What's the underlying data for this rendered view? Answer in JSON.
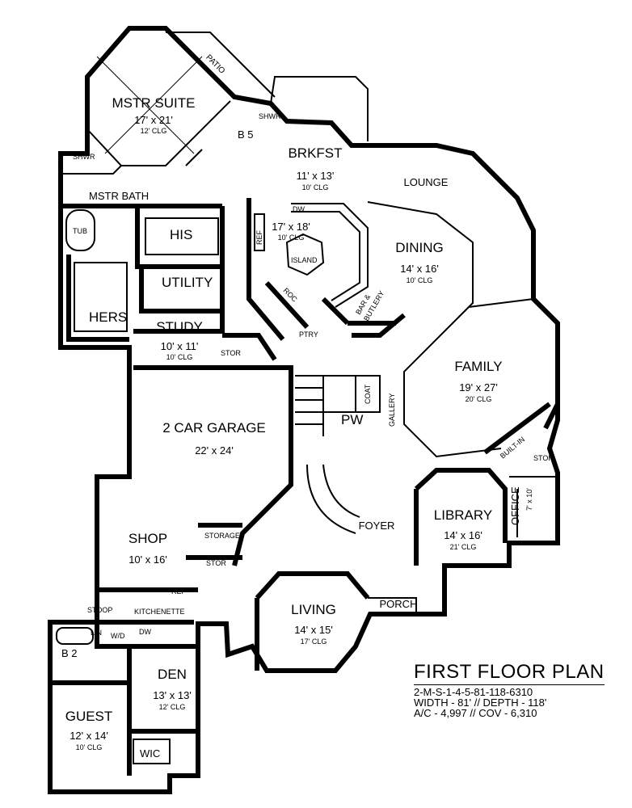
{
  "plan_title": "FIRST FLOOR PLAN",
  "plan_code": "2-M-S-1-4-5-81-118-6310",
  "plan_size": "WIDTH - 81' // DEPTH - 118'",
  "plan_area": "A/C - 4,997 // COV - 6,310",
  "rooms": {
    "patio": "PATIO",
    "mstr_suite": {
      "name": "MSTR SUITE",
      "dim": "17' x 21'",
      "clg": "12' CLG"
    },
    "shwr1": "SHWR",
    "shwr2": "SHWR",
    "b5": "B 5",
    "mstr_bath": "MSTR BATH",
    "tub": "TUB",
    "his": "HIS",
    "hers": "HERS",
    "utility": "UTILITY",
    "study": {
      "name": "STUDY",
      "dim": "10' x 11'",
      "clg": "10' CLG"
    },
    "stor1": "STOR",
    "brkfst": {
      "name": "BRKFST",
      "dim": "11' x 13'",
      "clg": "10' CLG"
    },
    "kitchen": {
      "dim": "17' x 18'",
      "clg": "10' CLG"
    },
    "dw1": "DW",
    "ref1": "REF",
    "island": "ISLAND",
    "roc": "ROC",
    "ptry": "PTRY",
    "bar": "BAR &",
    "butlery": "BUTLERY",
    "lounge": "LOUNGE",
    "dining": {
      "name": "DINING",
      "dim": "14' x 16'",
      "clg": "10' CLG"
    },
    "family": {
      "name": "FAMILY",
      "dim": "19' x 27'",
      "clg": "20' CLG"
    },
    "built_in": "BUILT-IN",
    "stor2": "STOR",
    "office": {
      "name": "OFFICE",
      "dim": "7' x 10'"
    },
    "coat": "COAT",
    "gallery": "GALLERY",
    "pw": "PW",
    "garage": {
      "name": "2 CAR GARAGE",
      "dim": "22' x 24'"
    },
    "foyer": "FOYER",
    "library": {
      "name": "LIBRARY",
      "dim": "14' x 16'",
      "clg": "21' CLG"
    },
    "shop": {
      "name": "SHOP",
      "dim": "10' x 16'"
    },
    "storage": "STORAGE",
    "stor3": "STOR",
    "ref2": "REF",
    "stoop": "STOOP",
    "kitchenette": "KITCHENETTE",
    "living": {
      "name": "LIVING",
      "dim": "14' x 15'",
      "clg": "17' CLG"
    },
    "porch": "PORCH",
    "lin": "LIN",
    "wd": "W/D",
    "dw2": "DW",
    "b2": "B 2",
    "den": {
      "name": "DEN",
      "dim": "13' x 13'",
      "clg": "12' CLG"
    },
    "guest": {
      "name": "GUEST",
      "dim": "12' x 14'",
      "clg": "10' CLG"
    },
    "wic": "WIC"
  }
}
